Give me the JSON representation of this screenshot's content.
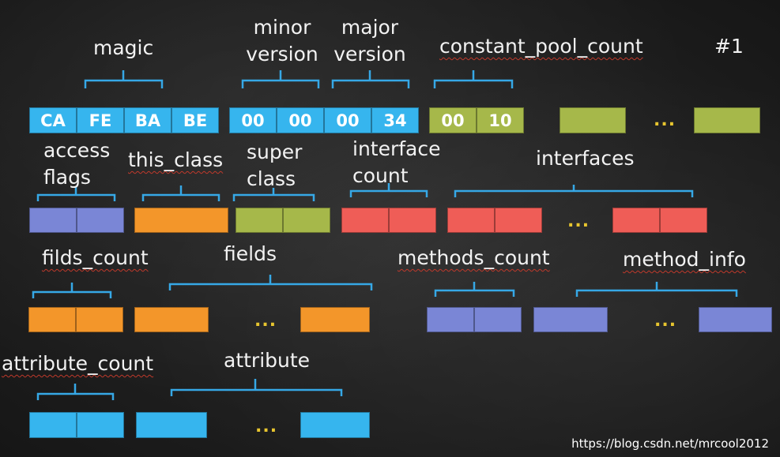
{
  "labels": {
    "magic": "magic",
    "minor": [
      "minor",
      "version"
    ],
    "major": [
      "major",
      "version"
    ],
    "cp_count": "constant_pool_count",
    "hash": "#1",
    "access": [
      "access",
      "flags"
    ],
    "this_class": "this_class",
    "super": [
      "super",
      "class"
    ],
    "iface_count": [
      "interface",
      "count"
    ],
    "interfaces": "interfaces",
    "filds_count": "filds_count",
    "fields": "fields",
    "methods_count": "methods_count",
    "method_info": "method_info",
    "attribute_count": "attribute_count",
    "attribute": "attribute"
  },
  "bytes": {
    "magic": [
      "CA",
      "FE",
      "BA",
      "BE"
    ],
    "version": [
      "00",
      "00",
      "00",
      "34"
    ],
    "cp": [
      "00",
      "10"
    ]
  },
  "ellipsis": "...",
  "watermark": "https://blog.csdn.net/mrcool2012",
  "colors": {
    "blue": "#36b5ee",
    "olive": "#a6b84a",
    "purple": "#7a86d6",
    "orange": "#f3962a",
    "red": "#ef5d57",
    "brace": "#36a8e6"
  }
}
